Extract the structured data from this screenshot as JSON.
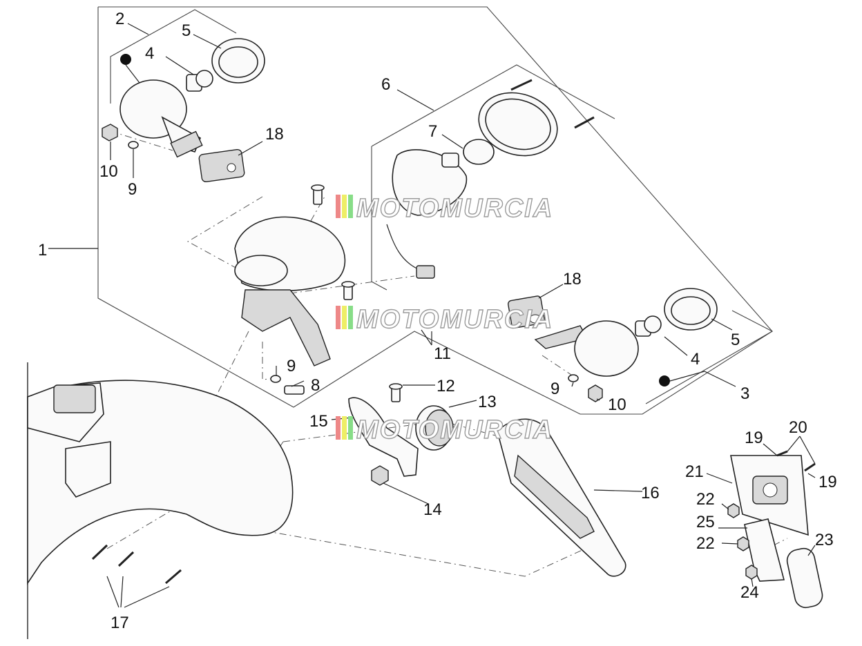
{
  "watermark": "MOTOMURCIA",
  "labels": {
    "l1": "1",
    "l2": "2",
    "l3": "3",
    "l4a": "4",
    "l4b": "4",
    "l5a": "5",
    "l5b": "5",
    "l6": "6",
    "l7": "7",
    "l8": "8",
    "l9a": "9",
    "l9b": "9",
    "l9c": "9",
    "l10a": "10",
    "l10b": "10",
    "l11": "11",
    "l12": "12",
    "l13": "13",
    "l14": "14",
    "l15": "15",
    "l16": "16",
    "l17": "17",
    "l18a": "18",
    "l18b": "18",
    "l19a": "19",
    "l19b": "19",
    "l20": "20",
    "l21": "21",
    "l22a": "22",
    "l22b": "22",
    "l23": "23",
    "l24": "24",
    "l25": "25"
  }
}
